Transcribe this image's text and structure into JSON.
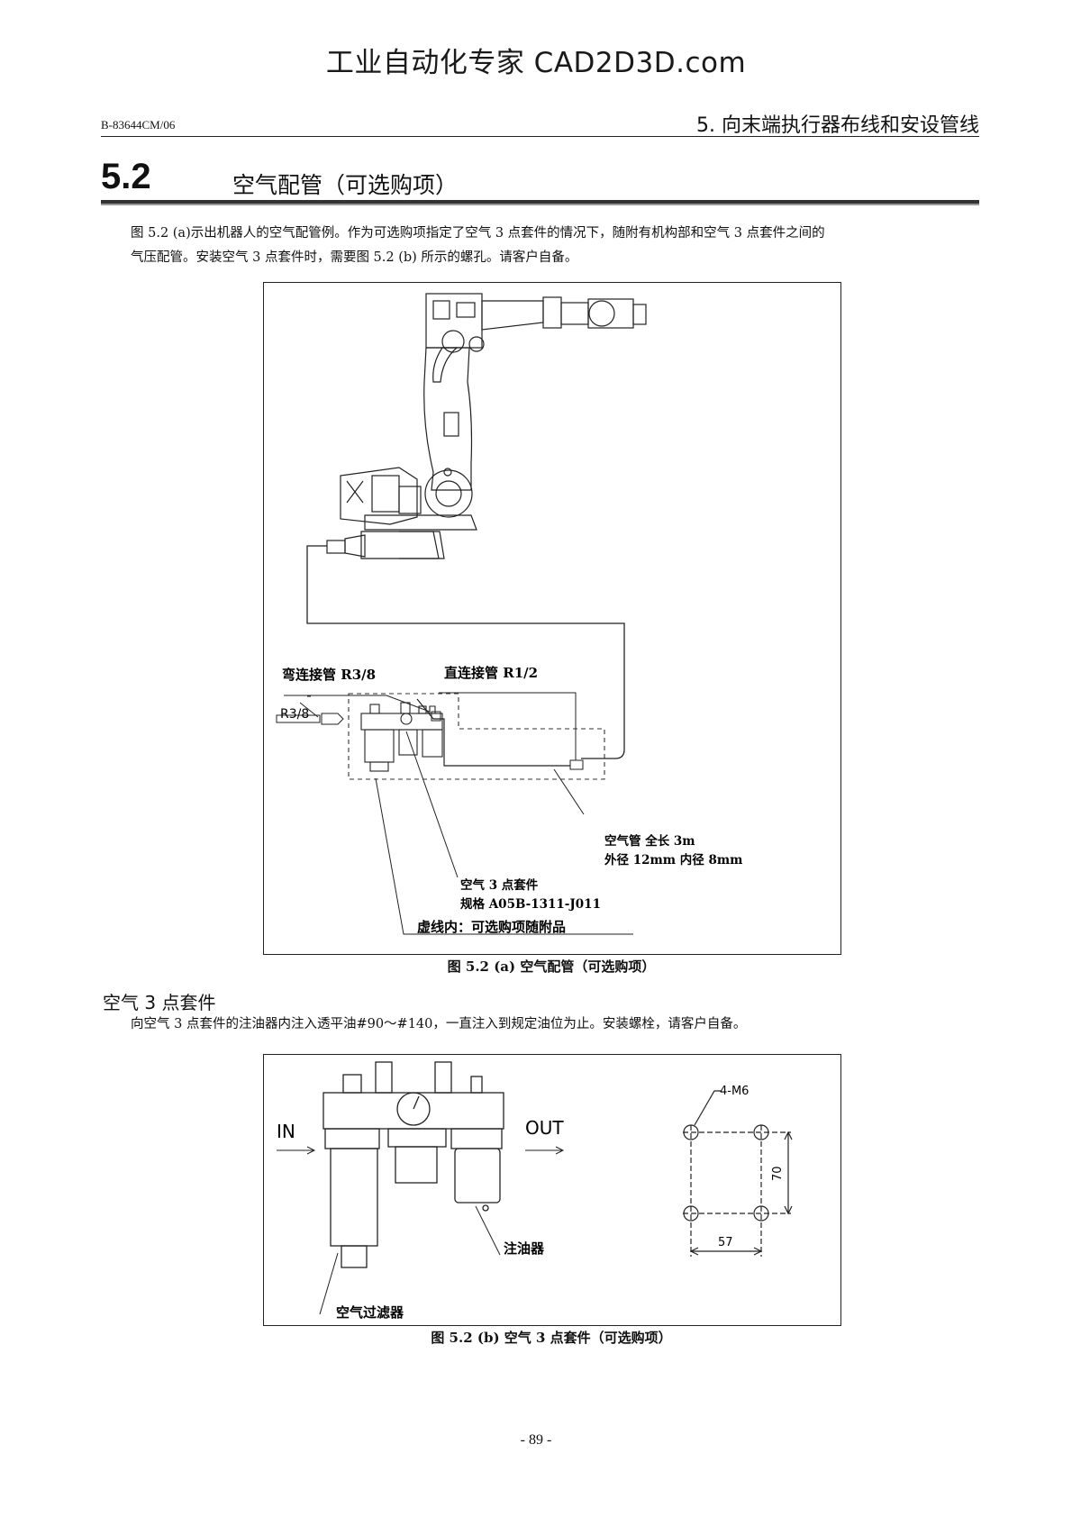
{
  "watermark": "工业自动化专家 CAD2D3D.com",
  "header": {
    "doc_id": "B-83644CM/06",
    "chapter": "5. 向末端执行器布线和安设管线"
  },
  "section": {
    "number": "5.2",
    "title": "空气配管（可选购项）"
  },
  "intro": {
    "line1": "图 5.2 (a)示出机器人的空气配管例。作为可选购项指定了空气 3 点套件的情况下，随附有机构部和空气 3 点套件之间的",
    "line2": "气压配管。安装空气 3 点套件时，需要图 5.2 (b)  所示的螺孔。请客户自备。"
  },
  "figure_a": {
    "elbow_label": "弯连接管  R3/8",
    "straight_label": "直连接管  R1/2",
    "thread_label": "R3/8",
    "tube_line1": "空气管    全长 3m",
    "tube_line2": "外径 12mm    内径 8mm",
    "kit_line1": "空气 3 点套件",
    "kit_line2": "规格  A05B-1311-J011",
    "dashed_note": "虚线内：可选购项随附品",
    "caption": "图 5.2 (a)  空气配管（可选购项）"
  },
  "subsection": {
    "title": "空气 3 点套件",
    "text": "向空气 3 点套件的注油器内注入透平油#90～#140，一直注入到规定油位为止。安装螺栓，请客户自备。"
  },
  "figure_b": {
    "in_label": "IN",
    "out_label": "OUT",
    "lubricator_label": "注油器",
    "filter_label": "空气过滤器",
    "holes_label": "4-M6",
    "dim_vertical": "70",
    "dim_horizontal": "57",
    "caption": "图 5.2 (b)  空气 3 点套件（可选购项）"
  },
  "page_number": "- 89 -"
}
